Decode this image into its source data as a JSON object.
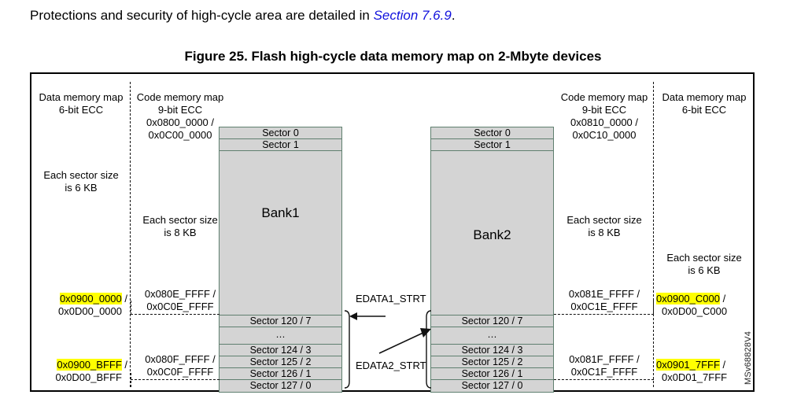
{
  "intro": {
    "before": "Protections and security of high-cycle area are detailed in ",
    "link": "Section 7.6.9",
    "after": "."
  },
  "figure": {
    "caption": "Figure 25. Flash high-cycle data memory map on 2-Mbyte devices",
    "watermark": "MSv68828V4"
  },
  "columns": {
    "left_data": {
      "title_line1": "Data memory map",
      "title_line2": "6-bit ECC",
      "note_line1": "Each sector size",
      "note_line2": "is 6 KB"
    },
    "left_code": {
      "title_line1": "Code memory map",
      "title_line2": "9-bit ECC",
      "addr_line1": "0x0800_0000 /",
      "addr_line2": "0x0C00_0000",
      "note_line1": "Each sector size",
      "note_line2": "is 8 KB"
    },
    "right_code": {
      "title_line1": "Code memory map",
      "title_line2": "9-bit ECC",
      "addr_line1": "0x0810_0000 /",
      "addr_line2": "0x0C10_0000",
      "note_line1": "Each sector size",
      "note_line2": "is 8 KB"
    },
    "right_data": {
      "title_line1": "Data  memory map",
      "title_line2": "6-bit ECC",
      "note_line1": "Each sector size",
      "note_line2": "is 6 KB"
    }
  },
  "banks": [
    {
      "name": "Bank1",
      "top_sectors": [
        "Sector 0",
        "Sector 1"
      ],
      "bottom_sectors": [
        "Sector 120 / 7",
        "…",
        "Sector 124 / 3",
        "Sector 125 / 2",
        "Sector 126 / 1",
        "Sector 127 / 0"
      ]
    },
    {
      "name": "Bank2",
      "top_sectors": [
        "Sector 0",
        "Sector 1"
      ],
      "bottom_sectors": [
        "Sector 120 / 7",
        "…",
        "Sector 124 / 3",
        "Sector 125 / 2",
        "Sector 126 / 1",
        "Sector 127 / 0"
      ]
    }
  ],
  "addresses": {
    "left_data_top": {
      "hl": "0x0900_0000",
      "tail": " /",
      "line2": "0x0D00_0000"
    },
    "left_data_bottom": {
      "hl": "0x0900_BFFF",
      "tail": " /",
      "line2": "0x0D00_BFFF"
    },
    "left_code_top": {
      "line1": "0x080E_FFFF /",
      "line2": "0x0C0E_FFFF"
    },
    "left_code_bottom": {
      "line1": "0x080F_FFFF /",
      "line2": "0x0C0F_FFFF"
    },
    "right_code_top": {
      "line1": "0x081E_FFFF /",
      "line2": "0x0C1E_FFFF"
    },
    "right_code_bottom": {
      "line1": "0x081F_FFFF /",
      "line2": "0x0C1F_FFFF"
    },
    "right_data_top": {
      "hl": "0x0900_C000",
      "tail": " /",
      "line2": "0x0D00_C000"
    },
    "right_data_bottom": {
      "hl": "0x0901_7FFF",
      "tail": " /",
      "line2": "0x0D01_7FFF"
    }
  },
  "callouts": {
    "edata1": "EDATA1_STRT",
    "edata2": "EDATA2_STRT"
  },
  "colors": {
    "link": "#1111dd",
    "highlight": "#ffff00",
    "sector_fill": "#d4d4d4",
    "sector_border": "#5f7f6f",
    "frame": "#000000"
  }
}
